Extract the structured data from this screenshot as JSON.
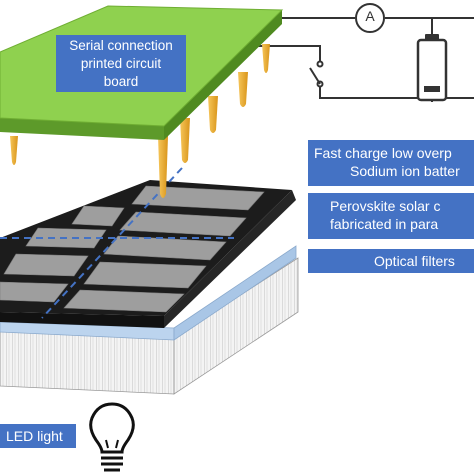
{
  "labels": {
    "pcb": [
      "Serial connection",
      "printed circuit",
      "board"
    ],
    "battery": [
      "Fast charge low overp",
      "Sodium ion batter"
    ],
    "perovskite": [
      "Perovskite solar c",
      "fabricated in para"
    ],
    "filters": "Optical filters",
    "led": "LED light",
    "ammeter": "A"
  },
  "icons": [
    "ammeter-icon",
    "switch-icon",
    "battery-icon",
    "lightbulb-icon"
  ],
  "colors": {
    "label_box": "#4472c4",
    "pcb": "#8fd14f",
    "pins": "#f2b134",
    "solar_base": "#1c1c1c",
    "cell": "#9e9e9e",
    "filter_layer": "#bcd4ee",
    "wiring": "#333333",
    "dashed_guides": "#4472c4"
  }
}
